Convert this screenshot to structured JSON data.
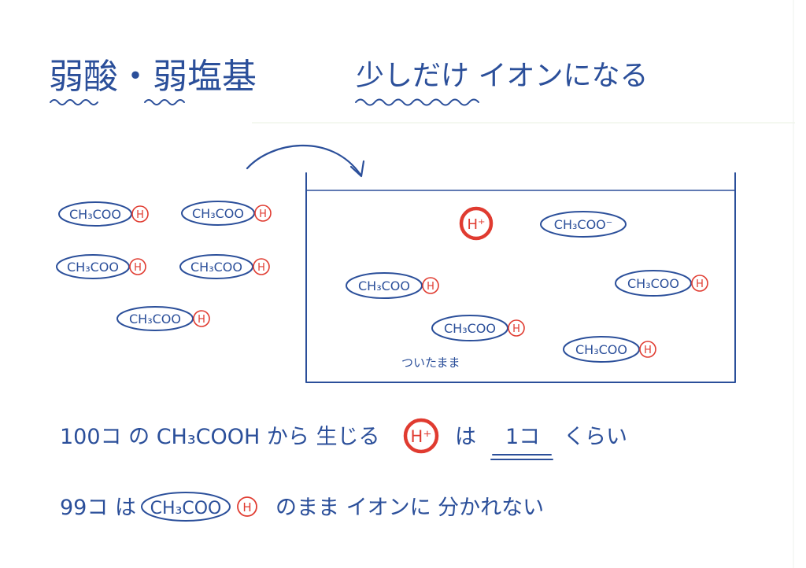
{
  "colors": {
    "ink_blue": "#2b4f9a",
    "ink_red": "#e03b30",
    "paper": "#ffffff"
  },
  "heading": {
    "left": "弱酸・弱塩基",
    "right": "少しだけ イオンになる"
  },
  "molecule": {
    "formula": "CH₃COO",
    "ion": "CH₃COO⁻",
    "hydrogen": "H",
    "proton": "H⁺"
  },
  "beaker": {
    "caption": "ついたまま"
  },
  "summary": {
    "line1": {
      "lead": "100コ の CH₃COOH から 生じる",
      "proton": "H⁺",
      "mid": "は",
      "amount": "1コ",
      "tail": "くらい"
    },
    "line2": {
      "lead": "99コ は",
      "molecule": "CH₃COO",
      "hydrogen": "H",
      "tail": "のまま  イオンに 分かれない"
    }
  }
}
